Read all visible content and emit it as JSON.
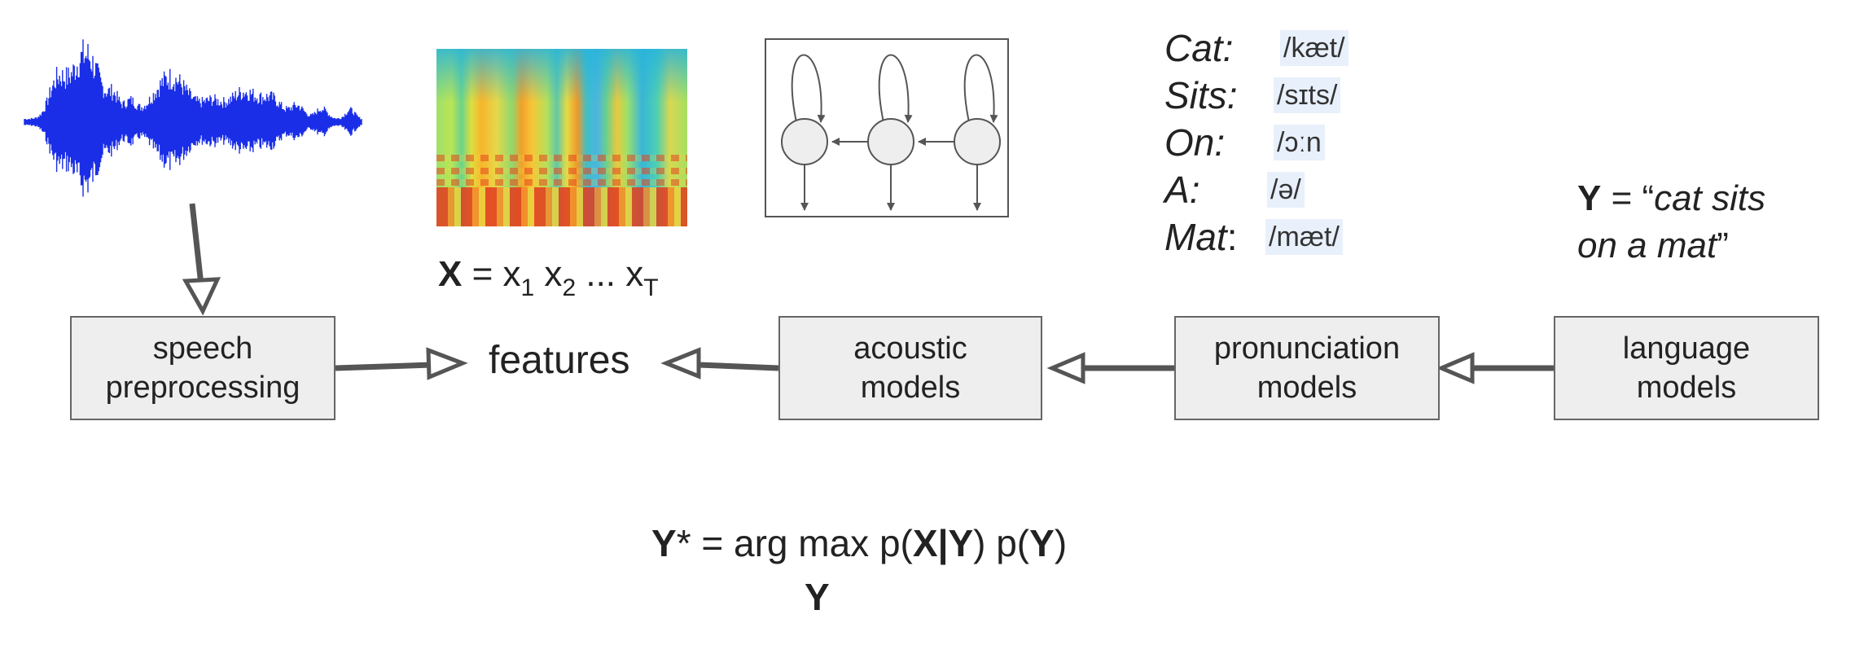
{
  "pipeline": {
    "speech_preprocessing": [
      "speech",
      "preprocessing"
    ],
    "features": "features",
    "acoustic_models": [
      "acoustic",
      "models"
    ],
    "pronunciation_models": [
      "pronunciation",
      "models"
    ],
    "language_models": [
      "language",
      "models"
    ]
  },
  "feature_sequence": {
    "lhs": "X",
    "eq": " = x",
    "sub1": "1",
    "mid1": " x",
    "sub2": "2",
    "mid2": " ... x",
    "subT": "T"
  },
  "lexicon": [
    {
      "word": "Cat",
      "colon": ":",
      "ipa": "/kæt/"
    },
    {
      "word": "Sits",
      "colon": ":",
      "ipa": "/sɪts/"
    },
    {
      "word": "On",
      "colon": ":",
      "ipa": "/ɔːn"
    },
    {
      "word": "A",
      "colon": ":",
      "ipa": "/ə/"
    },
    {
      "word": "Mat",
      "colon": ":",
      "ipa": "/mæt/"
    }
  ],
  "target_sentence": {
    "var": "Y",
    "eq": " = “",
    "line1": "cat sits",
    "line2": "on a mat",
    "close": "”"
  },
  "decoding_formula": {
    "lhs": "Y",
    "star_eq_argmax": "* = arg max p(",
    "x": "X",
    "bar": "|",
    "y1": "Y",
    "mid": ") p(",
    "y2": "Y",
    "close": ")",
    "argmax_subscript": "Y"
  },
  "colors": {
    "arrow": "#555555",
    "box_fill": "#eeeeee",
    "box_border": "#666666",
    "waveform": "#1a2ee8",
    "hmm_state": "#eeeeee"
  }
}
